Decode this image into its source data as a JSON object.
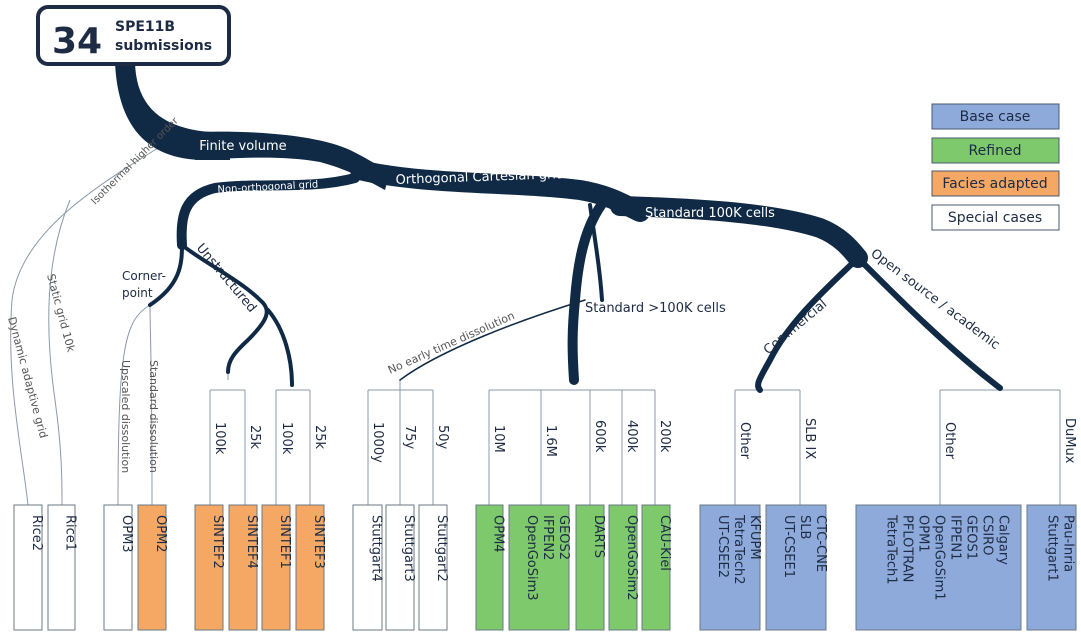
{
  "header": {
    "count": "34",
    "line1": "SPE11B",
    "line2": "submissions"
  },
  "legend": {
    "base": "Base case",
    "refined": "Refined",
    "facies": "Facies adapted",
    "special": "Special cases"
  },
  "colors": {
    "base": "#8eaadb",
    "refined": "#7dc96b",
    "facies": "#f5a764",
    "special": "#ffffff",
    "trunk": "#102a45"
  },
  "branches": {
    "finite_volume": "Finite volume",
    "isothermal": "Isothermal higher order",
    "orthogonal": "Orthogonal Cartesian grid",
    "non_orthogonal": "Non-orthogonal grid",
    "standard100k": "Standard 100K cells",
    "unstructured": "Unstructured",
    "corner_point_1": "Corner-",
    "corner_point_2": "point",
    "standard_gt100k": "Standard >100K cells",
    "no_early": "No early time dissolution",
    "commercial": "Commercial",
    "open_source": "Open source / academic",
    "dynamic_grid": "Dynamic adaptive grid",
    "static_grid": "Static grid 10k",
    "upscaled": "Upscaled dissolution",
    "standard_diss": "Standard dissolution"
  },
  "leaf_labels": {
    "u100k_a": "100k",
    "u25k_a": "25k",
    "u100k_b": "100k",
    "u25k_b": "25k",
    "y1000": "1000y",
    "y75": "75y",
    "y50": "50y",
    "m10": "10M",
    "m1_6": "1.6M",
    "k600": "600k",
    "k400": "400k",
    "k200": "200k",
    "other_comm": "Other",
    "slb_ix": "SLB IX",
    "other_open": "Other",
    "dumux": "DuMux"
  },
  "boxes": {
    "rice2": [
      "Rice2"
    ],
    "rice1": [
      "Rice1"
    ],
    "opm3": [
      "OPM3"
    ],
    "opm2": [
      "OPM2"
    ],
    "sintef2": [
      "SINTEF2"
    ],
    "sintef4": [
      "SINTEF4"
    ],
    "sintef1": [
      "SINTEF1"
    ],
    "sintef3": [
      "SINTEF3"
    ],
    "stuttgart4": [
      "Stuttgart4"
    ],
    "stuttgart3": [
      "Stuttgart3"
    ],
    "stuttgart2": [
      "Stuttgart2"
    ],
    "opm4": [
      "OPM4"
    ],
    "geos_group": [
      "GEOS2",
      "IFPEN2",
      "OpenGoSim3"
    ],
    "darts": [
      "DARTS"
    ],
    "opengosim2": [
      "OpenGoSim2"
    ],
    "cau_kiel": [
      "CAU-Kiel"
    ],
    "kfupm_group": [
      "KFUPM",
      "TetraTech2",
      "UT-CSEE2"
    ],
    "ctc_group": [
      "CTC-CNE",
      "SLB",
      "UT-CSEE1"
    ],
    "calgary_group": [
      "Calgary",
      "CSIRO",
      "GEOS1",
      "IFPEN1",
      "OpenGoSim1",
      "OPM1",
      "PFLOTRAN",
      "TetraTech1"
    ],
    "pau_group": [
      "Pau-Inria",
      "Stuttgart1"
    ]
  }
}
